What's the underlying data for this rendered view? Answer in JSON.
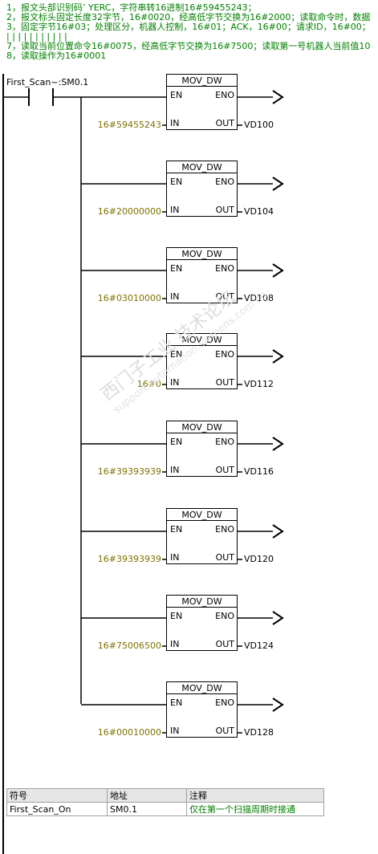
{
  "comments": [
    "1，报文头部识别码’ YERC，字符串转16进制16#59455243；",
    "2，报文标头固定长度32字节，16#0020，经高低字节交换为16#2000；读取命令时，数据",
    "3，固定字节16#03；处理区分，机器人控制，16#01；ACK，16#00；请求ID，16#00；",
    "| | | | | | | | | | |",
    "7，读取当前位置命令16#0075，经高低字节交换为16#7500；读取第一号机器人当前值10",
    "8，读取操作为16#0001"
  ],
  "contact": {
    "label": "First_Scan~:SM0.1"
  },
  "blocks": [
    {
      "title": "MOV_DW",
      "en": "EN",
      "eno": "ENO",
      "in": "IN",
      "out": "OUT",
      "in_value": "16#59455243",
      "out_value": "VD100"
    },
    {
      "title": "MOV_DW",
      "en": "EN",
      "eno": "ENO",
      "in": "IN",
      "out": "OUT",
      "in_value": "16#20000000",
      "out_value": "VD104"
    },
    {
      "title": "MOV_DW",
      "en": "EN",
      "eno": "ENO",
      "in": "IN",
      "out": "OUT",
      "in_value": "16#03010000",
      "out_value": "VD108"
    },
    {
      "title": "MOV_DW",
      "en": "EN",
      "eno": "ENO",
      "in": "IN",
      "out": "OUT",
      "in_value": "16#0",
      "out_value": "VD112"
    },
    {
      "title": "MOV_DW",
      "en": "EN",
      "eno": "ENO",
      "in": "IN",
      "out": "OUT",
      "in_value": "16#39393939",
      "out_value": "VD116"
    },
    {
      "title": "MOV_DW",
      "en": "EN",
      "eno": "ENO",
      "in": "IN",
      "out": "OUT",
      "in_value": "16#39393939",
      "out_value": "VD120"
    },
    {
      "title": "MOV_DW",
      "en": "EN",
      "eno": "ENO",
      "in": "IN",
      "out": "OUT",
      "in_value": "16#75006500",
      "out_value": "VD124"
    },
    {
      "title": "MOV_DW",
      "en": "EN",
      "eno": "ENO",
      "in": "IN",
      "out": "OUT",
      "in_value": "16#00010000",
      "out_value": "VD128"
    }
  ],
  "symbol_table": {
    "headers": [
      "符号",
      "地址",
      "注释"
    ],
    "rows": [
      [
        "First_Scan_On",
        "SM0.1",
        "仅在第一个扫描周期时接通"
      ]
    ]
  },
  "colors": {
    "comment": "#008000",
    "input_value": "#807000",
    "wire": "#000000"
  }
}
